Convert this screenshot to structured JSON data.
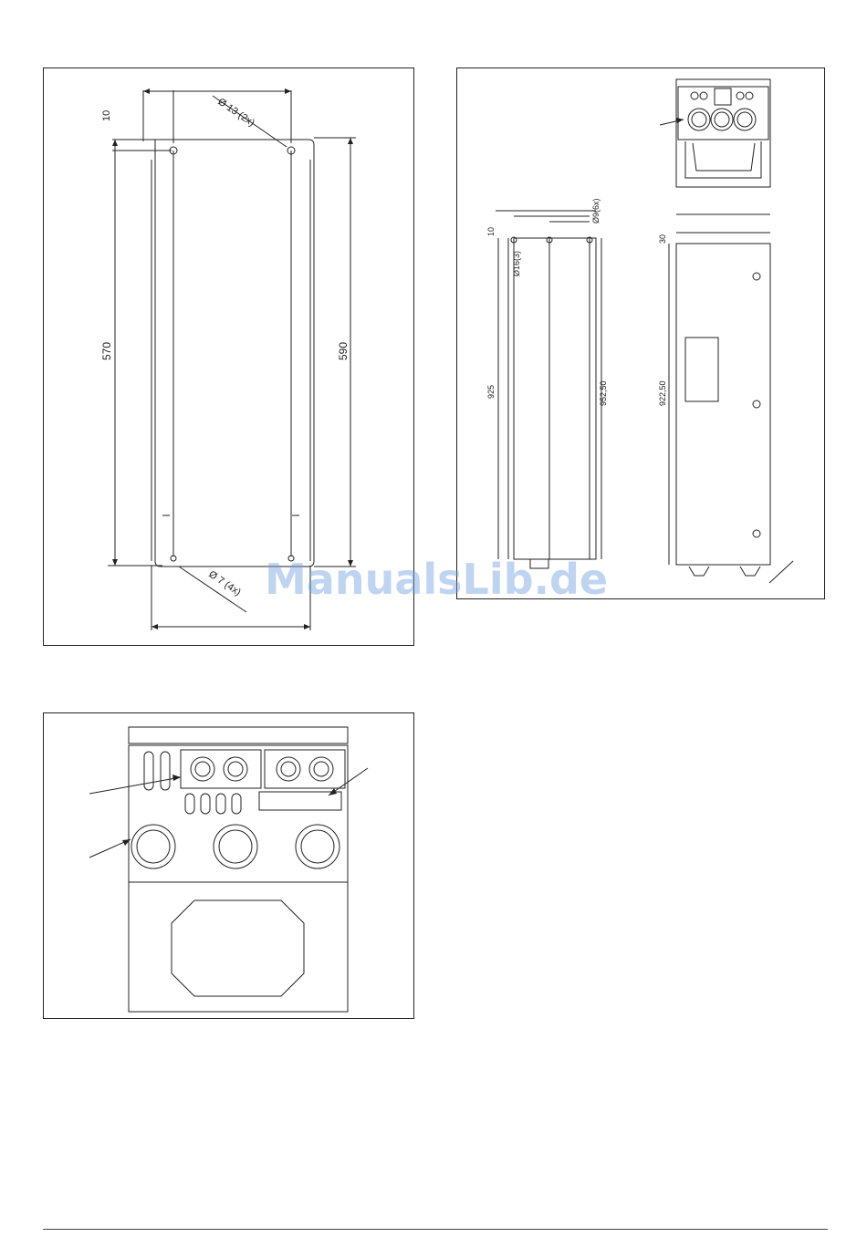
{
  "wall_mounting": {
    "dim_top_offset": "10",
    "dim_hole_top": "Ø  13 (2x)",
    "dim_height_inner": "570",
    "dim_height_outer": "590",
    "dim_hole_bottom": "Ø  7 (4x)"
  },
  "dimensions_view": {
    "dim_top_offset": "10",
    "dim_hole_small": "Ø16(3)",
    "dim_hole_top": "Ø9(6x)",
    "dim_height_left": "925",
    "dim_height_mid": "952,50",
    "dim_front_top": "30",
    "dim_front_height": "922,50"
  },
  "watermark": "ManualsLib.de"
}
